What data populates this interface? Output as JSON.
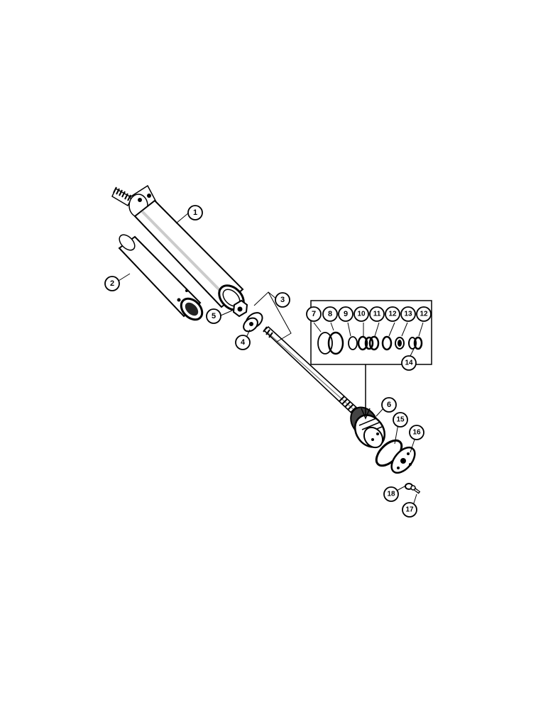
{
  "callouts": {
    "c1": "1",
    "c2": "2",
    "c3": "3",
    "c4": "4",
    "c5": "5",
    "c6": "6",
    "c7": "7",
    "c8": "8",
    "c9": "9",
    "c10": "10",
    "c11": "11",
    "c12a": "12",
    "c13": "13",
    "c12b": "12",
    "c14": "14",
    "c15": "15",
    "c16": "16",
    "c17": "17",
    "c18": "18"
  }
}
